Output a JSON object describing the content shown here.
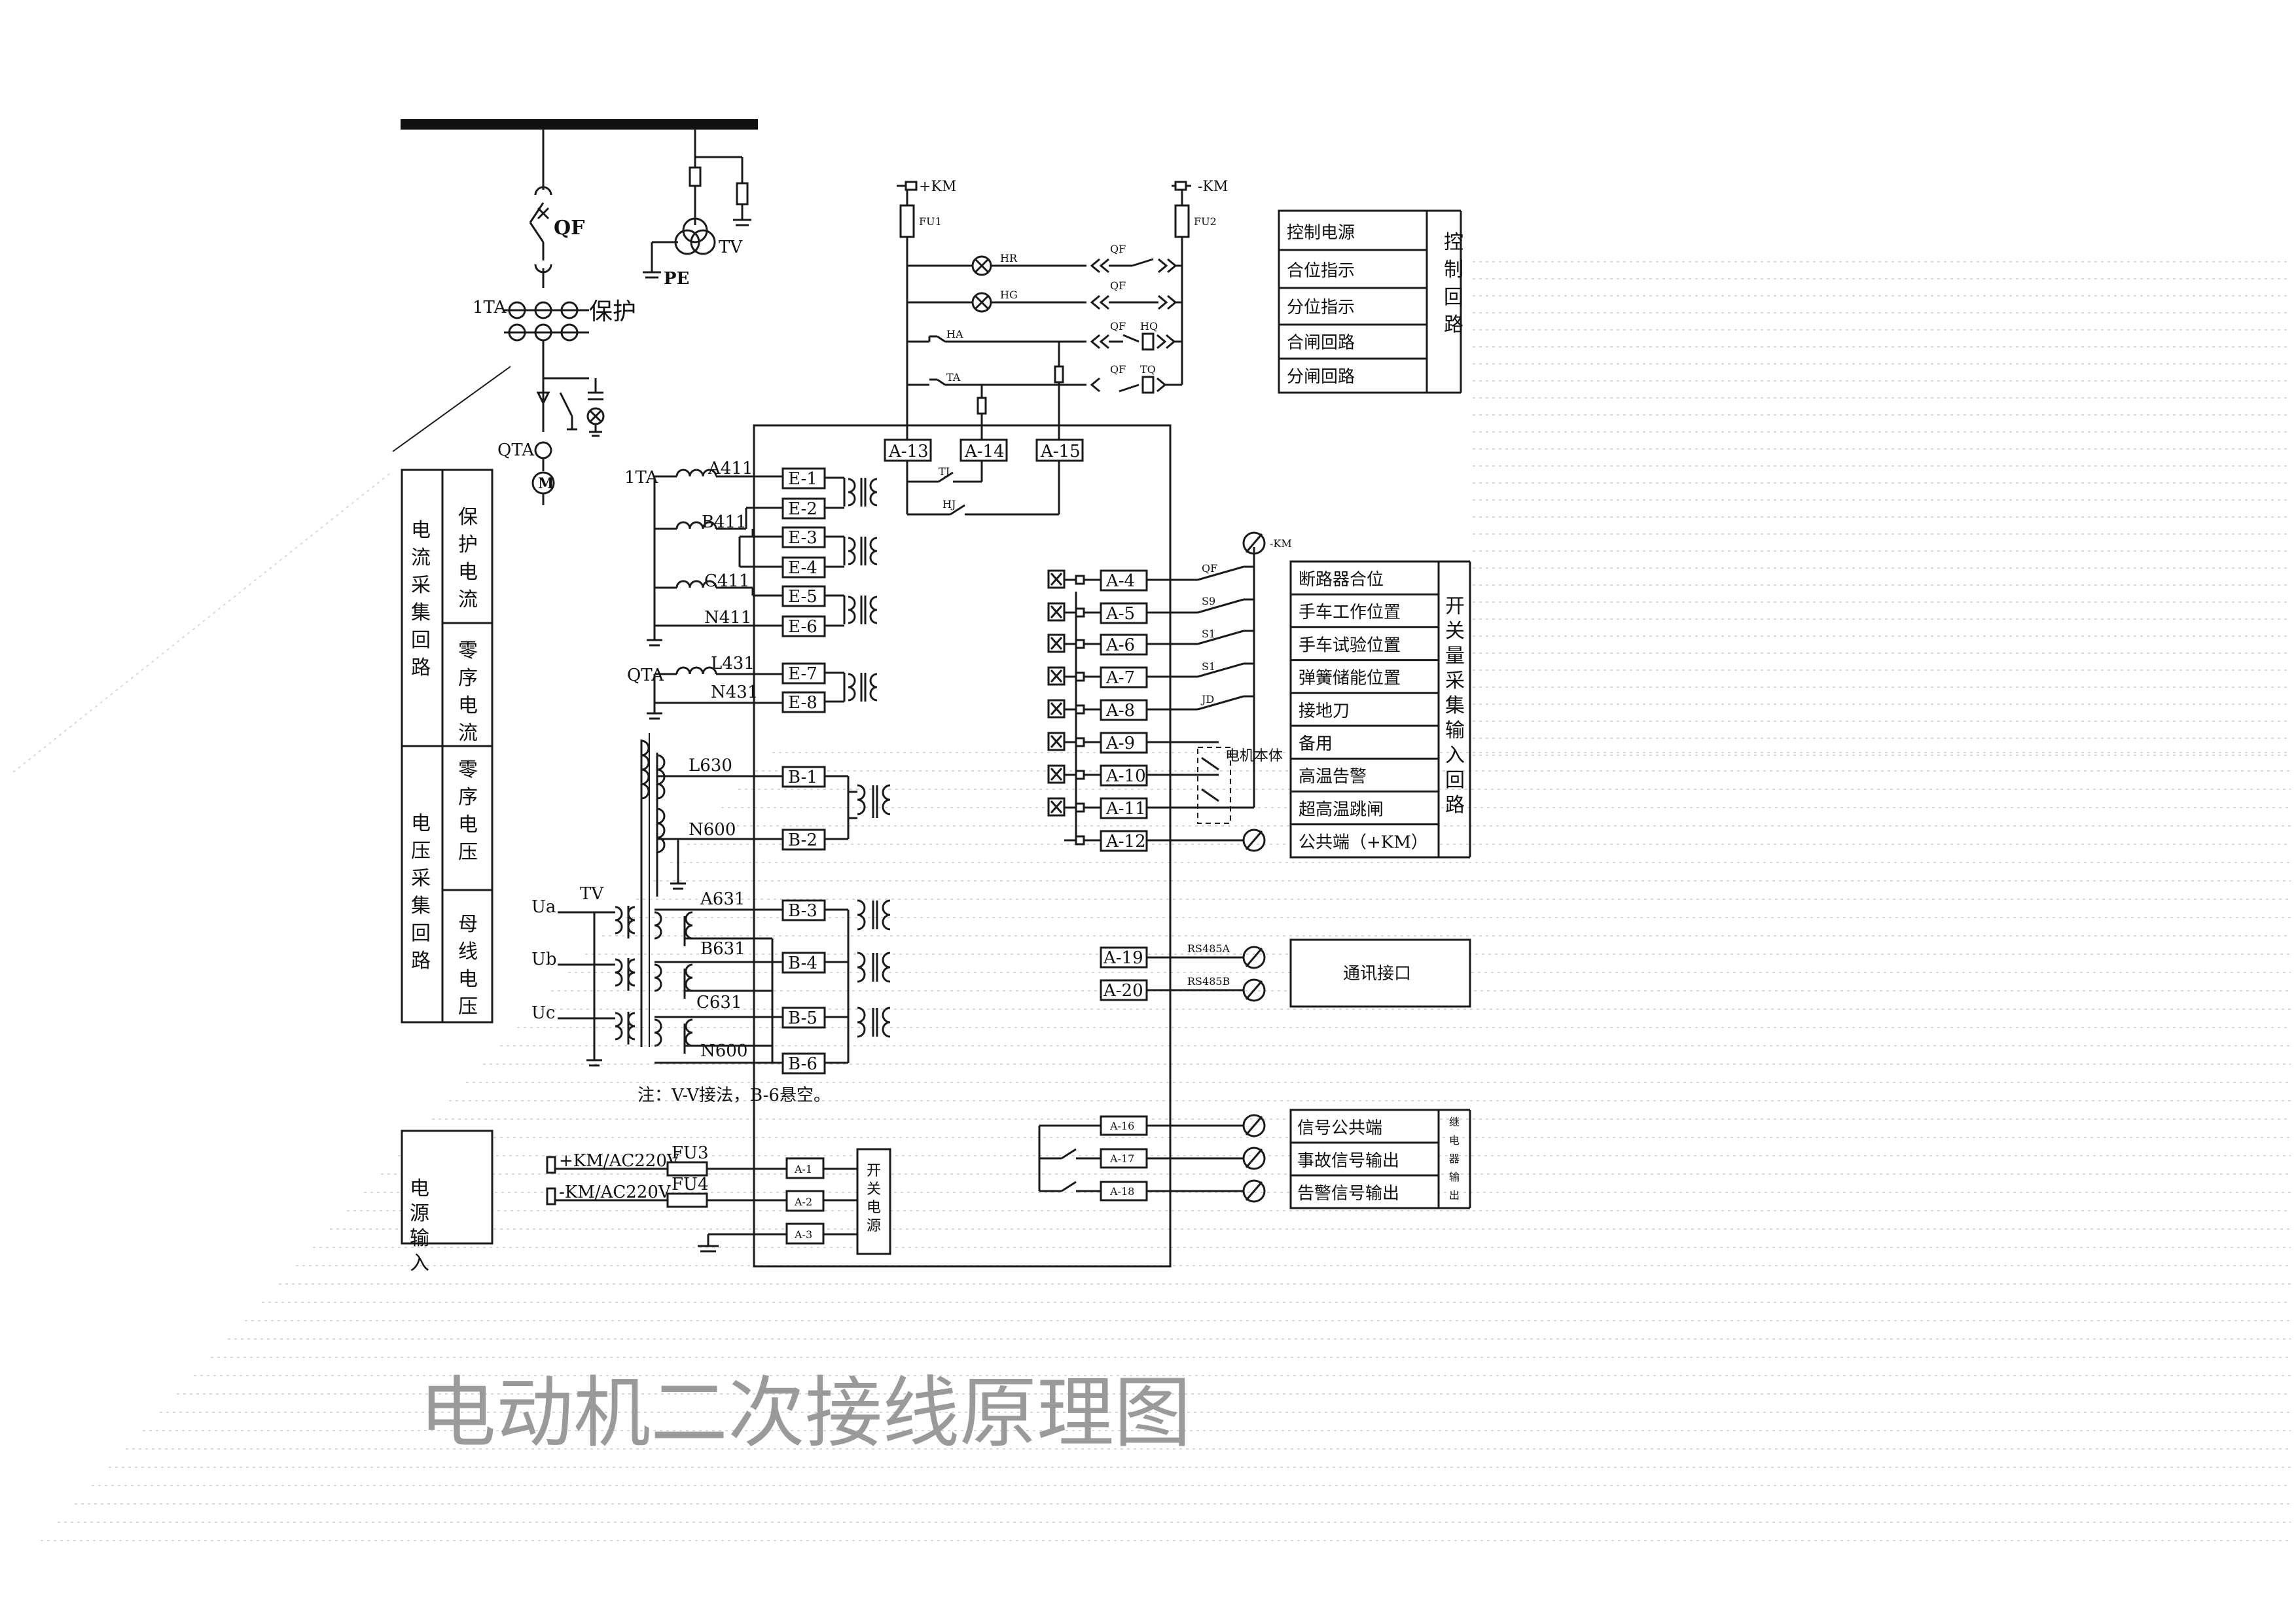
{
  "title": "电动机二次接线原理图",
  "primary": {
    "qf": "QF",
    "ta1": "1TA",
    "protect": "保护",
    "qta": "QTA",
    "motor": "M",
    "tv": "TV",
    "pe": "PE"
  },
  "dc": {
    "plus_km": "+KM",
    "minus_km": "-KM",
    "fu1": "FU1",
    "fu2": "FU2",
    "hr": "HR",
    "hg": "HG",
    "ha": "HA",
    "ta": "TA",
    "hq": "HQ",
    "tq": "TQ",
    "tj": "TJ",
    "hj": "HJ",
    "qf_small": "QF"
  },
  "control_table": {
    "rows": [
      "控制电源",
      "合位指示",
      "分位指示",
      "合闸回路",
      "分闸回路"
    ],
    "side": "控制回路"
  },
  "terminals": {
    "a13": "A-13",
    "a14": "A-14",
    "a15": "A-15",
    "e": [
      "E-1",
      "E-2",
      "E-3",
      "E-4",
      "E-5",
      "E-6",
      "E-7",
      "E-8"
    ],
    "b": [
      "B-1",
      "B-2",
      "B-3",
      "B-4",
      "B-5",
      "B-6"
    ],
    "a_di": [
      "A-4",
      "A-5",
      "A-6",
      "A-7",
      "A-8",
      "A-9",
      "A-10",
      "A-11",
      "A-12"
    ],
    "a19": "A-19",
    "a20": "A-20",
    "a16": "A-16",
    "a17": "A-17",
    "a18": "A-18",
    "a1": "A-1",
    "a2": "A-2",
    "a3": "A-3"
  },
  "current_loop": {
    "ta1": "1TA",
    "a411": "A411",
    "b411": "B411",
    "c411": "C411",
    "n411": "N411",
    "qta": "QTA",
    "l431": "L431",
    "n431": "N431"
  },
  "voltage_loop": {
    "l630": "L630",
    "n600a": "N600",
    "tv": "TV",
    "ua": "Ua",
    "ub": "Ub",
    "uc": "Uc",
    "a631": "A631",
    "b631": "B631",
    "c631": "C631",
    "n600b": "N600",
    "note": "注：V-V接法，B-6悬空。"
  },
  "left_labels": {
    "current": "电流采集回路",
    "protect_current": "保护电流",
    "zero_current": "零序电流",
    "voltage": "电压采集回路",
    "zero_voltage": "零序电压",
    "bus_voltage": "母线电压",
    "power_input": "电源输入"
  },
  "power": {
    "plus": "+KM/AC220V",
    "minus": "-KM/AC220V",
    "fu3": "FU3",
    "fu4": "FU4",
    "switch_psu": "开关电源"
  },
  "di": {
    "minus_km": "-KM",
    "contacts": [
      "QF",
      "S9",
      "S1",
      "S1",
      "JD"
    ],
    "motor_body": "电机本体",
    "rows": [
      "断路器合位",
      "手车工作位置",
      "手车试验位置",
      "弹簧储能位置",
      "接地刀",
      "备用",
      "高温告警",
      "超高温跳闸",
      "公共端（+KM）"
    ],
    "side": "开关量采集输入回路"
  },
  "comm": {
    "rs485a": "RS485A",
    "rs485b": "RS485B",
    "label": "通讯接口"
  },
  "relay": {
    "rows": [
      "信号公共端",
      "事故信号输出",
      "告警信号输出"
    ],
    "side": "继电器输出"
  }
}
